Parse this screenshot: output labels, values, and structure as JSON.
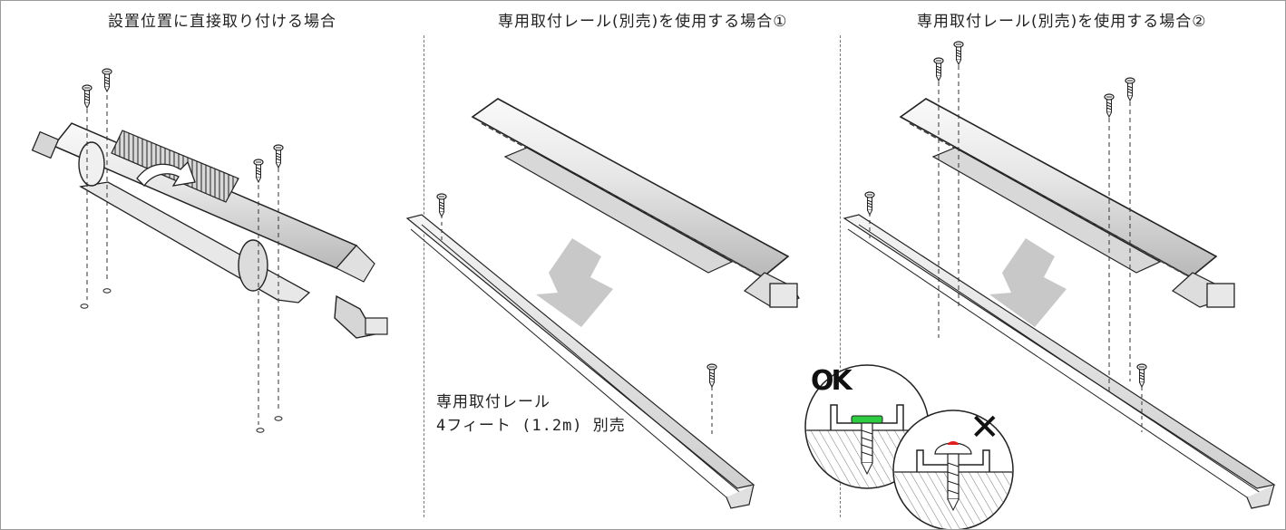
{
  "panels": [
    {
      "title": "設置位置に直接取り付ける場合"
    },
    {
      "title": "専用取付レール(別売)を使用する場合①"
    },
    {
      "title": "専用取付レール(別売)を使用する場合②"
    }
  ],
  "rail_note": {
    "line1": "専用取付レール",
    "line2": "4フィート (1.2m) 別売"
  },
  "detail": {
    "ok_label": "OK",
    "ng_mark": "✕"
  },
  "colors": {
    "line": "#1a1a1a",
    "arrow": "#c8c8c8",
    "ok_highlight": "#2ecc40",
    "ng_highlight": "#e0201e"
  }
}
